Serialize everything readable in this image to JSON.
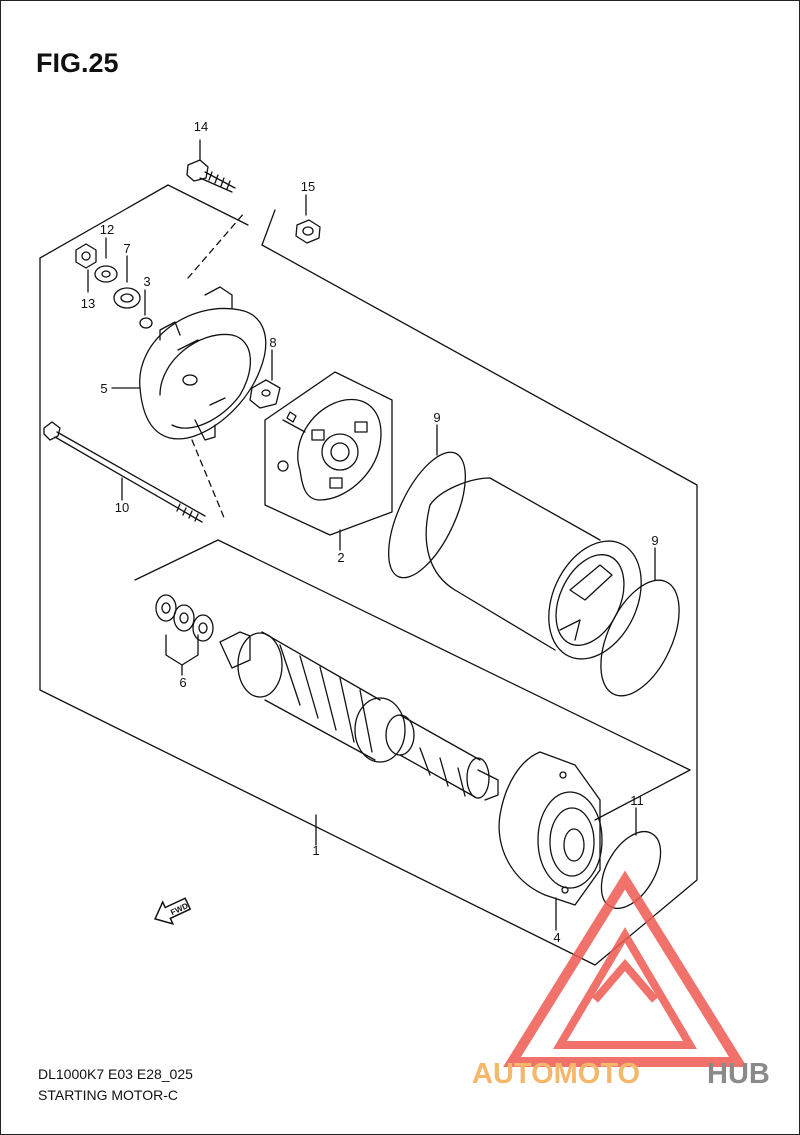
{
  "figure": {
    "title": "FIG.25",
    "model_code": "DL1000K7 E03 E28_025",
    "caption": "STARTING MOTOR-C"
  },
  "callouts": [
    {
      "id": "c1",
      "label": "1"
    },
    {
      "id": "c2",
      "label": "2"
    },
    {
      "id": "c3",
      "label": "3"
    },
    {
      "id": "c4",
      "label": "4"
    },
    {
      "id": "c5",
      "label": "5"
    },
    {
      "id": "c6",
      "label": "6"
    },
    {
      "id": "c7",
      "label": "7"
    },
    {
      "id": "c8",
      "label": "8"
    },
    {
      "id": "c9a",
      "label": "9"
    },
    {
      "id": "c9b",
      "label": "9"
    },
    {
      "id": "c10",
      "label": "10"
    },
    {
      "id": "c11",
      "label": "11"
    },
    {
      "id": "c12",
      "label": "12"
    },
    {
      "id": "c13",
      "label": "13"
    },
    {
      "id": "c14",
      "label": "14"
    },
    {
      "id": "c15",
      "label": "15"
    }
  ],
  "direction_marker": {
    "label": "FWD",
    "icon": "fwd-arrow-icon"
  },
  "watermark": {
    "text_a": "AUTOMOTO",
    "text_b": "HUB",
    "color_a": "#f5b86a",
    "color_b": "#8a8a8a",
    "triangle_color": "#ee5a52"
  }
}
